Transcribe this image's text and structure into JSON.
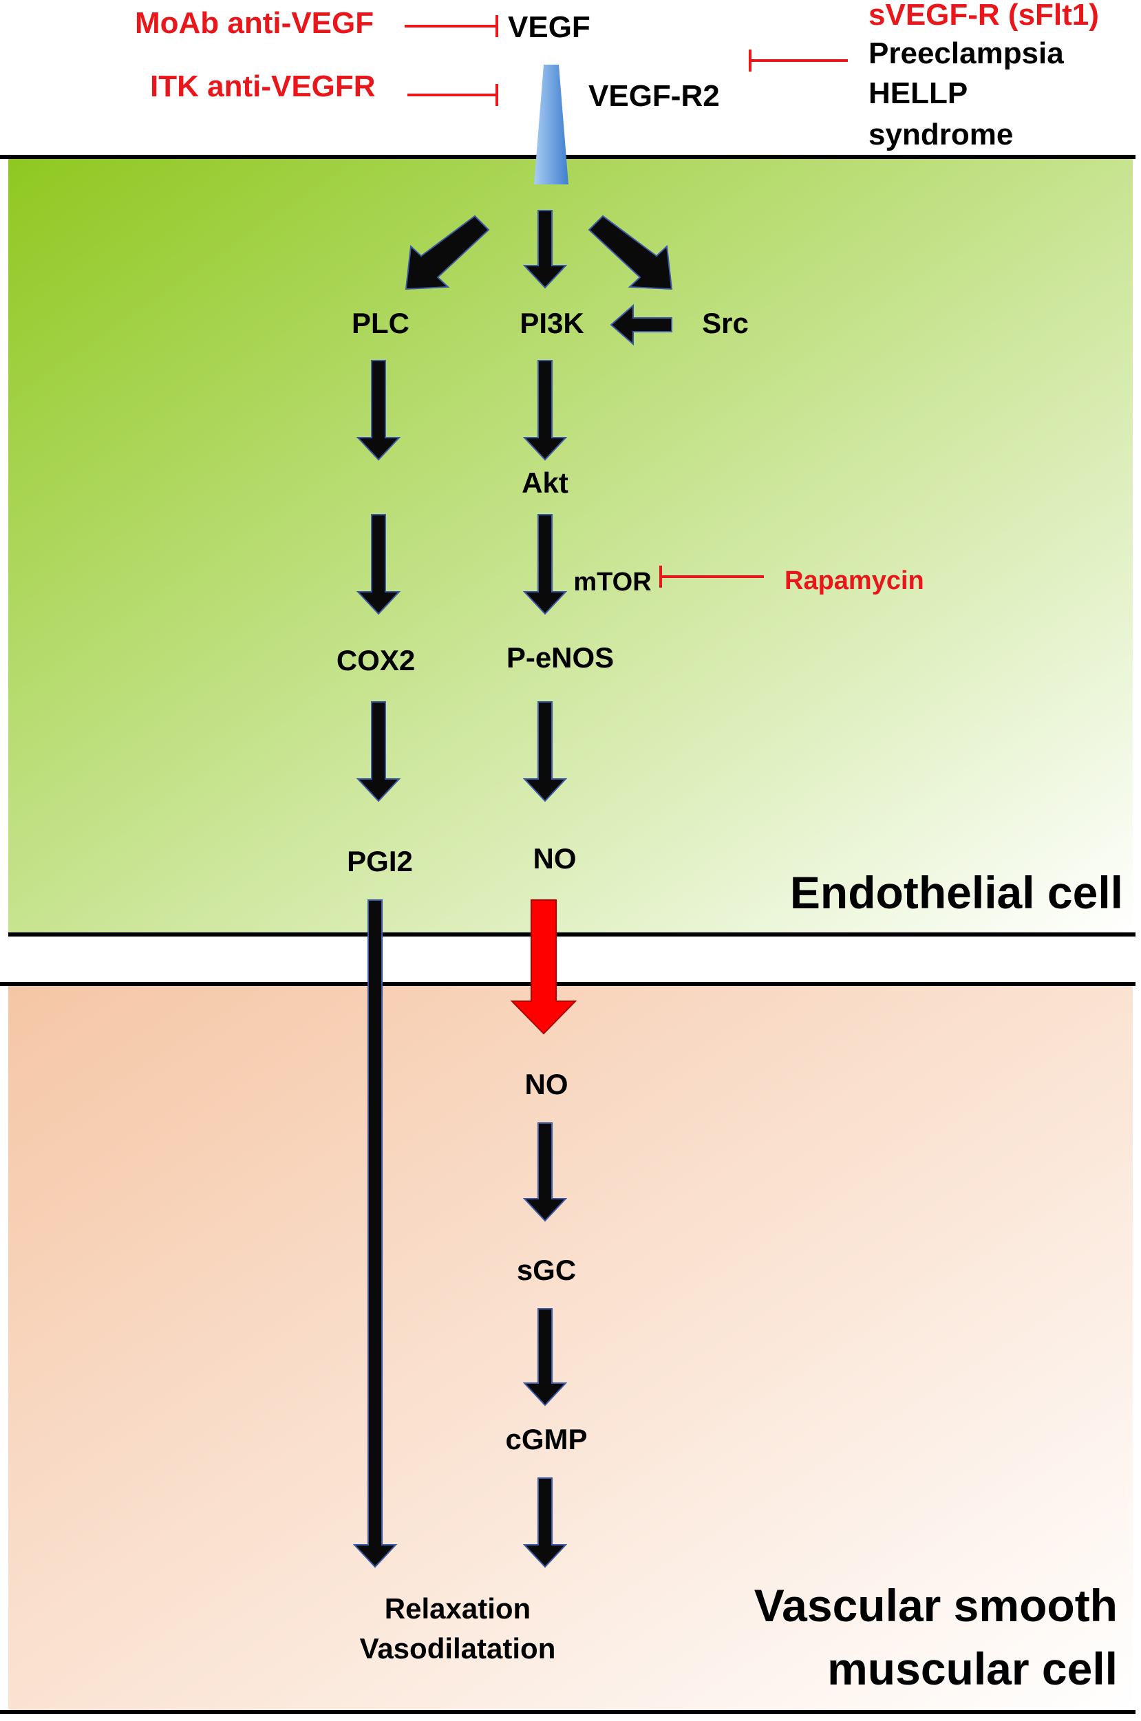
{
  "colors": {
    "inhibitor_red": "#e8171c",
    "arrow_black": "#0a0a0a",
    "arrow_outline": "#3d5aa8",
    "no_arrow_red": "#ff0000",
    "receptor_light": "#a9cdf2",
    "receptor_dark": "#3f7fd0",
    "endothelial_gradient_start": "#8fc820",
    "endothelial_gradient_end": "#ffffff",
    "smooth_muscle_gradient_start": "#f5c6a5",
    "smooth_muscle_gradient_end": "#ffffff",
    "membrane": "#000000"
  },
  "inhibitors": {
    "moab": "MoAb anti-VEGF",
    "itk": "ITK anti-VEGFR",
    "svegfr": "sVEGF-R (sFlt1)",
    "rapamycin": "Rapamycin"
  },
  "ligand": "VEGF",
  "receptor": "VEGF-R2",
  "conditions": [
    "Preeclampsia",
    "HELLP",
    "syndrome"
  ],
  "endothelial": {
    "label": "Endothelial cell",
    "nodes": {
      "plc": "PLC",
      "pi3k": "PI3K",
      "src": "Src",
      "akt": "Akt",
      "mtor": "mTOR",
      "cox2": "COX2",
      "peNOS": "P-eNOS",
      "pgi2": "PGI2",
      "no": "NO"
    }
  },
  "smooth_muscle": {
    "label_lines": [
      "Vascular smooth",
      "muscular cell"
    ],
    "nodes": {
      "no": "NO",
      "sgc": "sGC",
      "cgmp": "cGMP"
    },
    "outcome": [
      "Relaxation",
      "Vasodilatation"
    ]
  }
}
